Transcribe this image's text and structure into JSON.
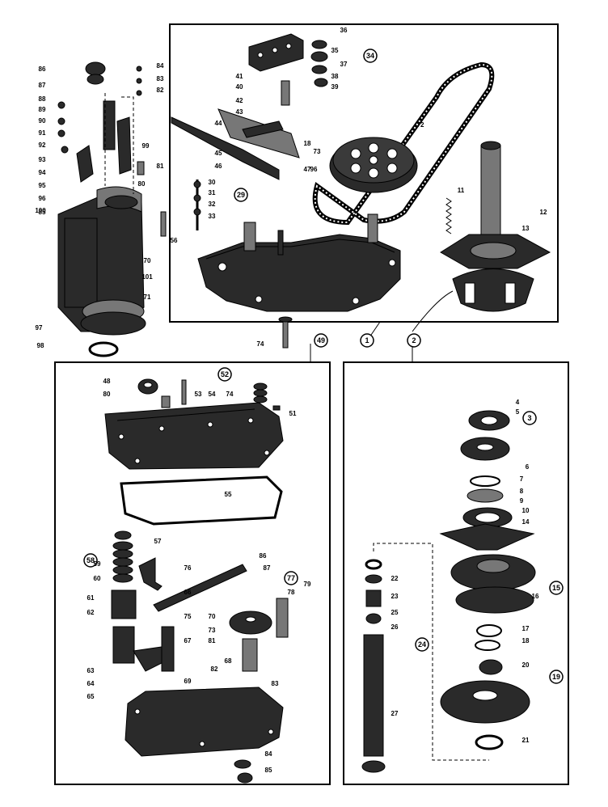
{
  "top_panel": {
    "labels": [
      "36",
      "35",
      "37",
      "34",
      "38",
      "39",
      "41",
      "40",
      "42",
      "43",
      "44",
      "45",
      "46",
      "47",
      "18",
      "29",
      "72",
      "73",
      "30",
      "31",
      "32",
      "33",
      "11",
      "12",
      "13",
      "56",
      "70",
      "71",
      "74",
      "96",
      "1",
      "2",
      "49"
    ],
    "circled": [
      "34",
      "29",
      "1",
      "2",
      "49"
    ]
  },
  "left_assembly": {
    "labels": [
      "86",
      "87",
      "88",
      "89",
      "90",
      "91",
      "92",
      "93",
      "94",
      "95",
      "96",
      "97",
      "98",
      "99",
      "100",
      "101",
      "84",
      "83",
      "82",
      "81",
      "85",
      "80"
    ]
  },
  "bottom_left_panel": {
    "labels": [
      "48",
      "80",
      "53",
      "54",
      "74",
      "51",
      "52",
      "55",
      "57",
      "58",
      "59",
      "60",
      "61",
      "62",
      "63",
      "64",
      "65",
      "66",
      "67",
      "68",
      "69",
      "70",
      "73",
      "75",
      "76",
      "77",
      "78",
      "79",
      "81",
      "82",
      "83",
      "84",
      "85",
      "86",
      "87"
    ],
    "circled": [
      "52",
      "58",
      "77"
    ]
  },
  "bottom_right_panel": {
    "labels": [
      "3",
      "4",
      "5",
      "6",
      "7",
      "8",
      "9",
      "10",
      "14",
      "15",
      "16",
      "17",
      "18",
      "19",
      "20",
      "21",
      "22",
      "23",
      "24",
      "25",
      "26",
      "27"
    ],
    "circled": [
      "3",
      "15",
      "19",
      "24"
    ]
  }
}
